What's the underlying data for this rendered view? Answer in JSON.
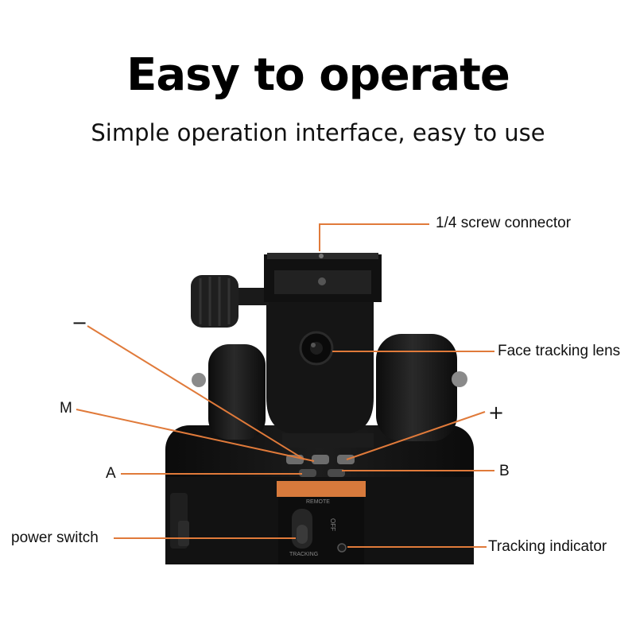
{
  "header": {
    "title": "Easy to operate",
    "subtitle": "Simple operation interface, easy to use"
  },
  "callouts": {
    "screw_connector": "1/4 screw connector",
    "face_tracking_lens": "Face tracking lens",
    "minus": "−",
    "plus": "+",
    "m": "M",
    "a": "A",
    "b": "B",
    "power_switch": "power switch",
    "tracking_indicator": "Tracking indicator"
  },
  "device": {
    "switch_top_label": "REMOTE",
    "switch_side_label": "OFF",
    "switch_bottom_label": "TRACKING"
  },
  "colors": {
    "leader_line": "#e07a3a",
    "device_body": "#151515",
    "accent_tab": "#d77a3c"
  }
}
